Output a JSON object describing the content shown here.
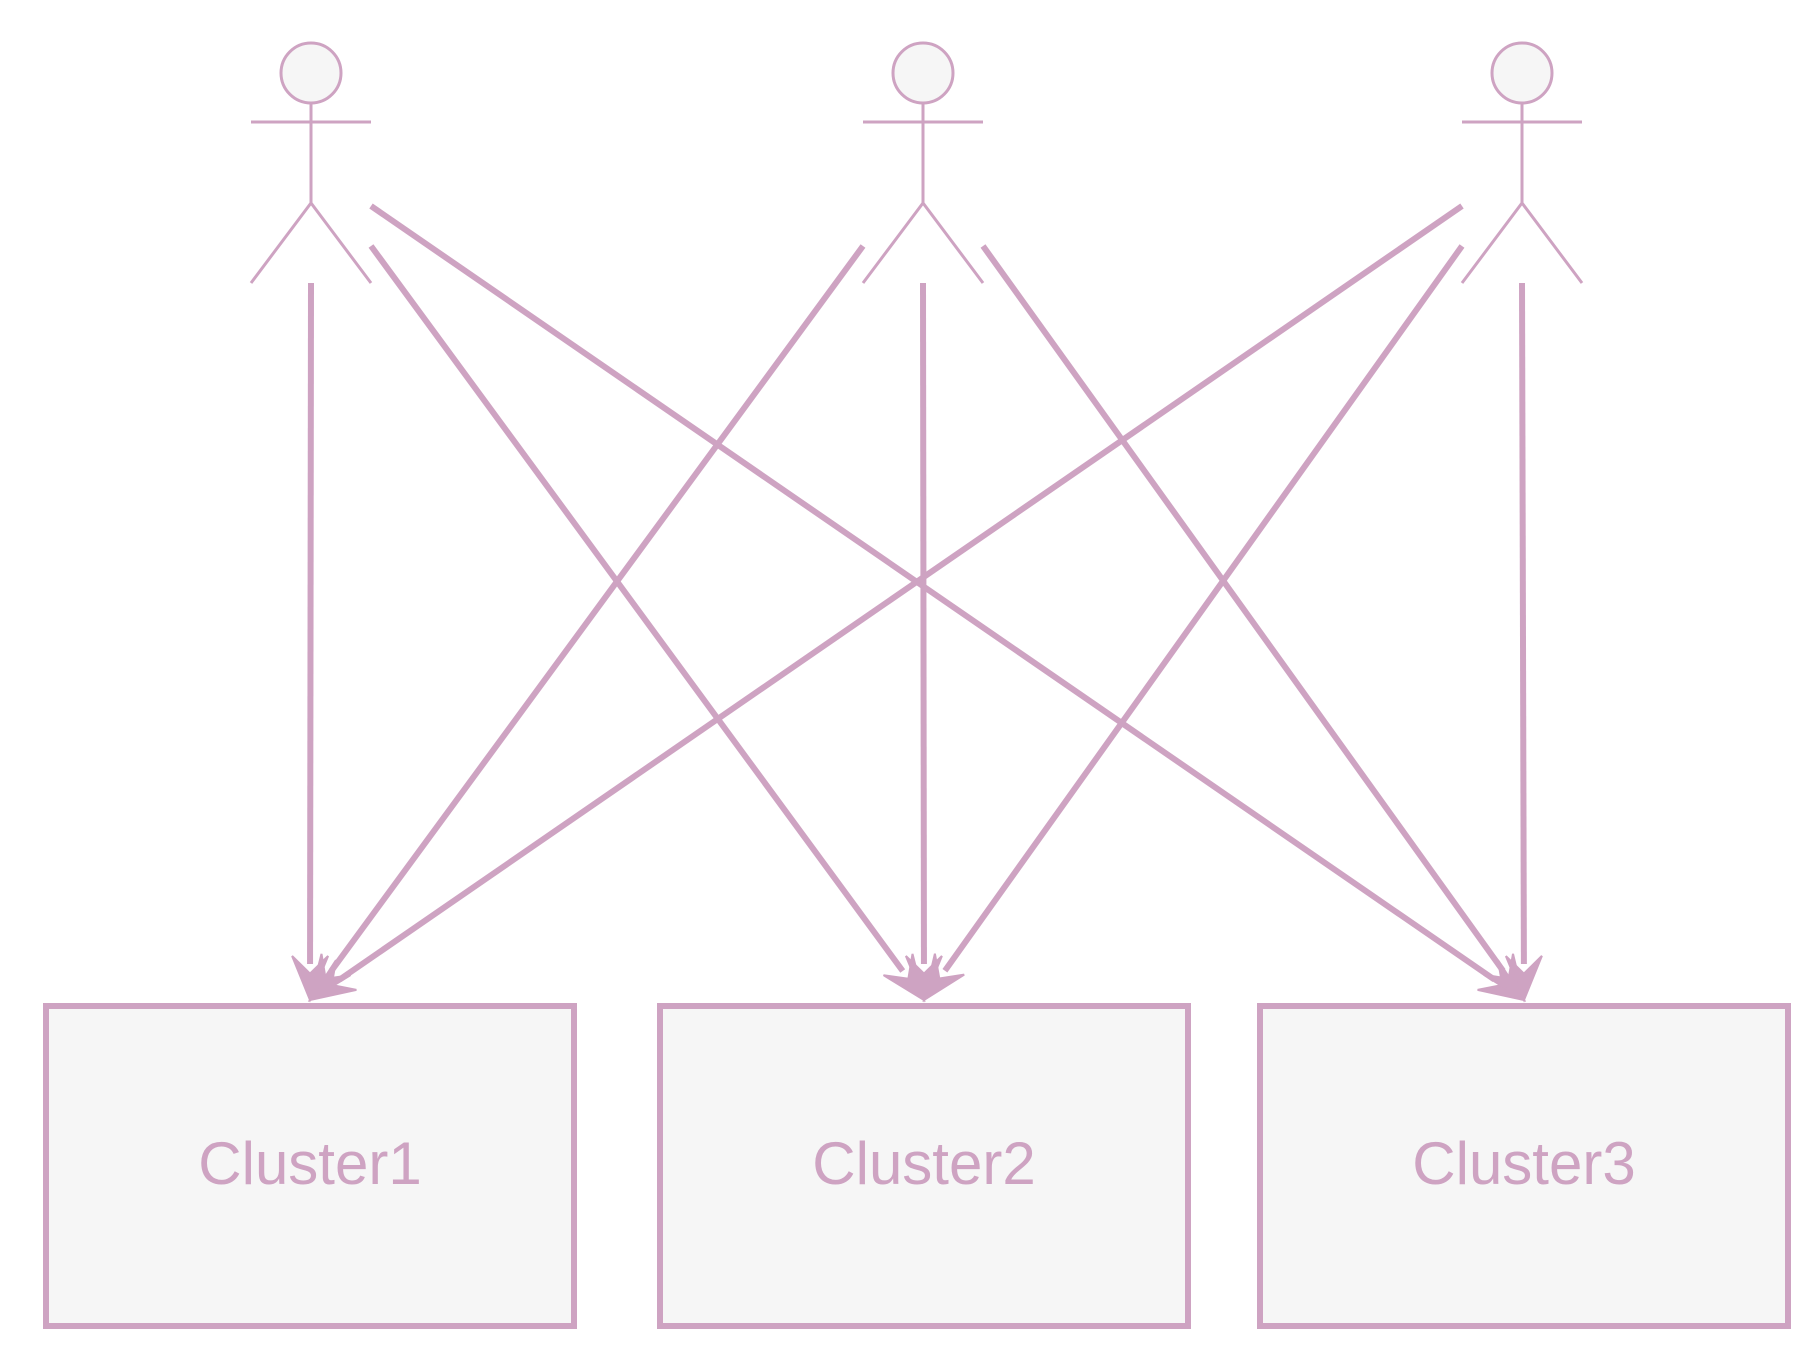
{
  "colors": {
    "stroke": "#cea3c2",
    "fill": "#f6f6f6",
    "text": "#cea3c2",
    "background": "#ffffff"
  },
  "actors": [
    {
      "id": "actor-1",
      "label": ""
    },
    {
      "id": "actor-2",
      "label": ""
    },
    {
      "id": "actor-3",
      "label": ""
    }
  ],
  "clusters": [
    {
      "id": "cluster-1",
      "label": "Cluster1"
    },
    {
      "id": "cluster-2",
      "label": "Cluster2"
    },
    {
      "id": "cluster-3",
      "label": "Cluster3"
    }
  ],
  "edges": [
    {
      "from": "actor-1",
      "to": "cluster-1"
    },
    {
      "from": "actor-1",
      "to": "cluster-2"
    },
    {
      "from": "actor-1",
      "to": "cluster-3"
    },
    {
      "from": "actor-2",
      "to": "cluster-1"
    },
    {
      "from": "actor-2",
      "to": "cluster-2"
    },
    {
      "from": "actor-2",
      "to": "cluster-3"
    },
    {
      "from": "actor-3",
      "to": "cluster-1"
    },
    {
      "from": "actor-3",
      "to": "cluster-2"
    },
    {
      "from": "actor-3",
      "to": "cluster-3"
    }
  ]
}
